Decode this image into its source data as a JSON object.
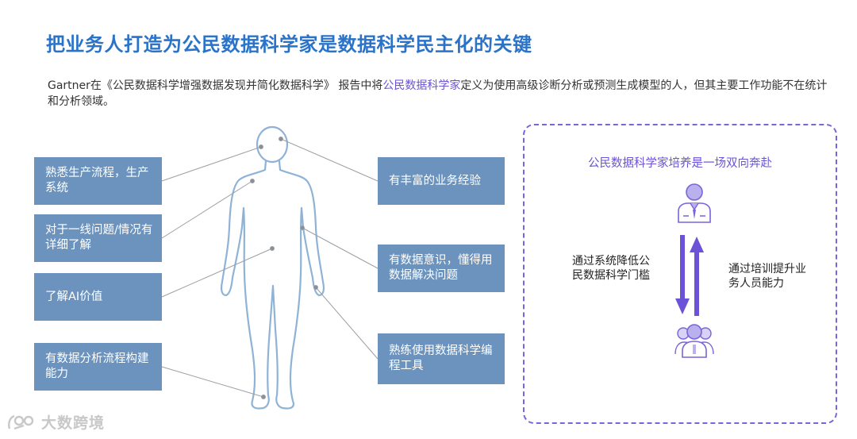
{
  "title": "把业务人打造为公民数据科学家是数据科学民主化的关键",
  "intro": {
    "prefix": "Gartner在《公民数据科学增强数据发现并简化数据科学》 报告中将",
    "highlight": "公民数据科学家",
    "suffix": "定义为使用高级诊断分析或预测生成模型的人，但其主要工作功能不在统计和分析领域。"
  },
  "left_boxes": [
    "熟悉生产流程，生产系统",
    "对于一线问题/情况有详细了解",
    "了解AI价值",
    "有数据分析流程构建能力"
  ],
  "right_boxes": [
    "有丰富的业务经验",
    "有数据意识，懂得用数据解决问题",
    "熟练使用数据科学编程工具"
  ],
  "panel": {
    "title": "公民数据科学家培养是一场双向奔赴",
    "left_text": "通过系统降低公民数据科学门槛",
    "right_text": "通过培训提升业务人员能力"
  },
  "logo": {
    "text": "大数跨境"
  },
  "colors": {
    "title": "#2a73c9",
    "box": "#6b93bd",
    "accent": "#6b52d6",
    "figure_outline": "#8fb3d6"
  },
  "icons": [
    "business-person-icon",
    "people-group-icon",
    "arrow-down-icon",
    "arrow-up-icon",
    "logo-icon"
  ]
}
